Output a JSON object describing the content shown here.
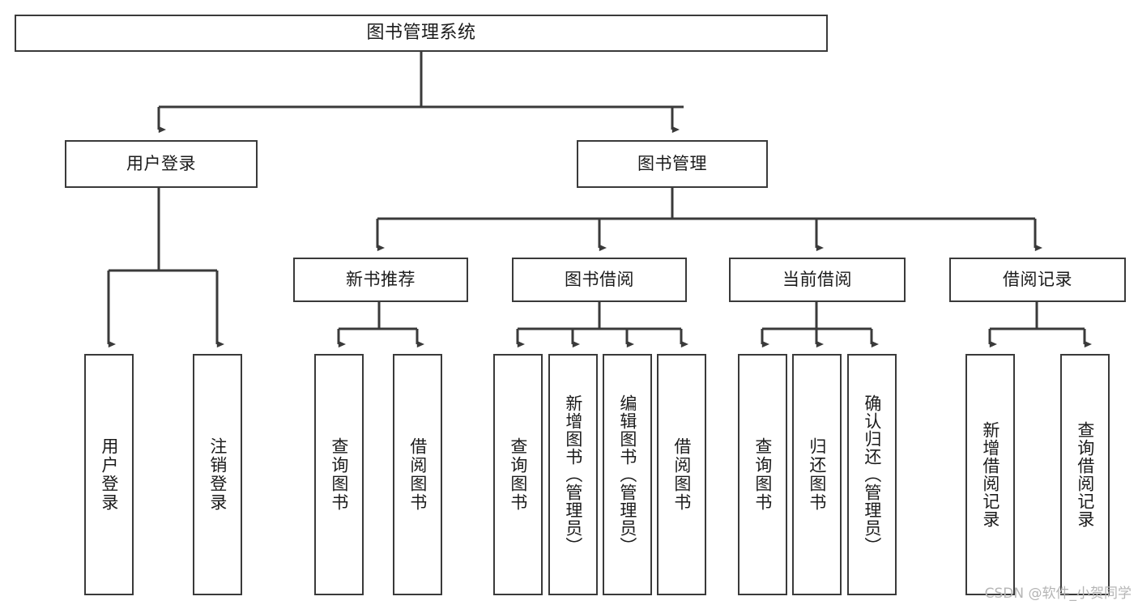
{
  "diagram": {
    "title": "图书管理系统",
    "type": "tree",
    "watermark": "CSDN @软件_小贺同学",
    "line_color": "#3a3a3a",
    "box_fill": "#ffffff",
    "text_color": "#1b1b1b",
    "watermark_color": "#b5b5b5",
    "nodes": {
      "root": {
        "label": "图书管理系统",
        "level": 0,
        "orientation": "horizontal"
      },
      "l1_a": {
        "label": "用户登录",
        "level": 1,
        "orientation": "horizontal"
      },
      "l1_b": {
        "label": "图书管理",
        "level": 1,
        "orientation": "horizontal"
      },
      "l2_a": {
        "label": "新书推荐",
        "level": 2,
        "orientation": "horizontal"
      },
      "l2_b": {
        "label": "图书借阅",
        "level": 2,
        "orientation": "horizontal"
      },
      "l2_c": {
        "label": "当前借阅",
        "level": 2,
        "orientation": "horizontal"
      },
      "l2_d": {
        "label": "借阅记录",
        "level": 2,
        "orientation": "horizontal"
      },
      "leaf_1": {
        "label": "用户登录",
        "level": 3,
        "orientation": "vertical"
      },
      "leaf_2": {
        "label": "注销登录",
        "level": 3,
        "orientation": "vertical"
      },
      "leaf_3": {
        "label": "查询图书",
        "level": 3,
        "orientation": "vertical"
      },
      "leaf_4": {
        "label": "借阅图书",
        "level": 3,
        "orientation": "vertical"
      },
      "leaf_5": {
        "label": "查询图书",
        "level": 3,
        "orientation": "vertical"
      },
      "leaf_6": {
        "label": "新增图书（管理员）",
        "level": 3,
        "orientation": "vertical"
      },
      "leaf_7": {
        "label": "编辑图书（管理员）",
        "level": 3,
        "orientation": "vertical"
      },
      "leaf_8": {
        "label": "借阅图书",
        "level": 3,
        "orientation": "vertical"
      },
      "leaf_9": {
        "label": "查询图书",
        "level": 3,
        "orientation": "vertical"
      },
      "leaf_10": {
        "label": "归还图书",
        "level": 3,
        "orientation": "vertical"
      },
      "leaf_11": {
        "label": "确认归还（管理员）",
        "level": 3,
        "orientation": "vertical"
      },
      "leaf_12": {
        "label": "新增借阅记录",
        "level": 3,
        "orientation": "vertical"
      },
      "leaf_13": {
        "label": "查询借阅记录",
        "level": 3,
        "orientation": "vertical"
      }
    },
    "edges": [
      {
        "from": "root",
        "to": "l1_a"
      },
      {
        "from": "root",
        "to": "l1_b"
      },
      {
        "from": "l1_b",
        "to": "l2_a"
      },
      {
        "from": "l1_b",
        "to": "l2_b"
      },
      {
        "from": "l1_b",
        "to": "l2_c"
      },
      {
        "from": "l1_b",
        "to": "l2_d"
      },
      {
        "from": "l1_a",
        "to": "leaf_1"
      },
      {
        "from": "l1_a",
        "to": "leaf_2"
      },
      {
        "from": "l2_a",
        "to": "leaf_3"
      },
      {
        "from": "l2_a",
        "to": "leaf_4"
      },
      {
        "from": "l2_b",
        "to": "leaf_5"
      },
      {
        "from": "l2_b",
        "to": "leaf_6"
      },
      {
        "from": "l2_b",
        "to": "leaf_7"
      },
      {
        "from": "l2_b",
        "to": "leaf_8"
      },
      {
        "from": "l2_c",
        "to": "leaf_9"
      },
      {
        "from": "l2_c",
        "to": "leaf_10"
      },
      {
        "from": "l2_c",
        "to": "leaf_11"
      },
      {
        "from": "l2_d",
        "to": "leaf_12"
      },
      {
        "from": "l2_d",
        "to": "leaf_13"
      }
    ]
  }
}
